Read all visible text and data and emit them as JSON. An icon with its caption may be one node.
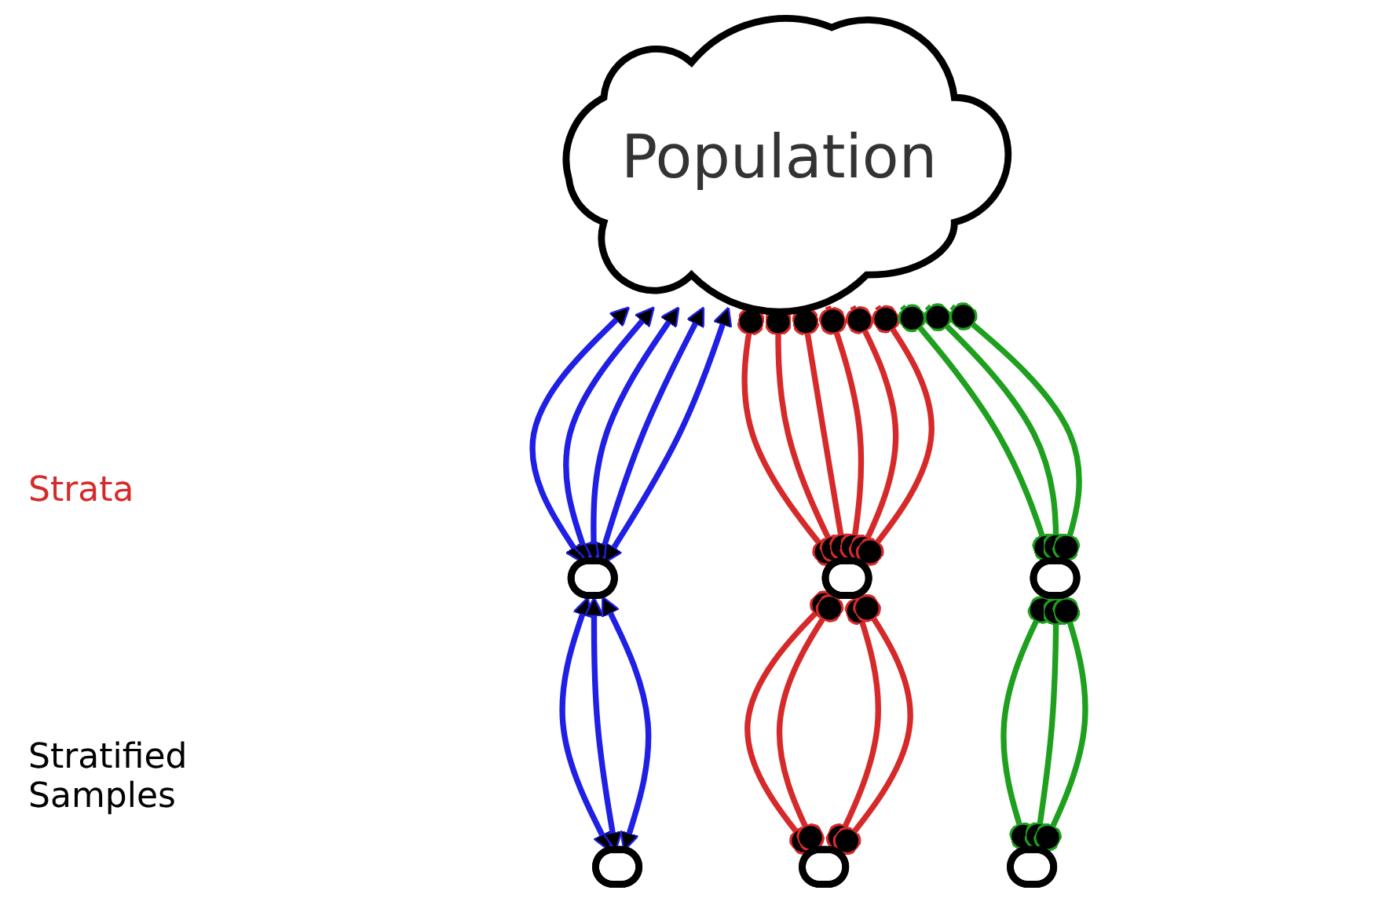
{
  "diagram": {
    "nodes": [
      {
        "text": [
          "Population"
        ]
      },
      {
        "text": [],
        "shape": "ellipse"
      },
      {
        "text": [],
        "shape": "ellipse"
      },
      {
        "text": [],
        "shape": "ellipse"
      },
      {
        "text": [],
        "shape": "ellipse"
      },
      {
        "text": [],
        "shape": "ellipse"
      },
      {
        "text": [],
        "shape": "ellipse"
      }
    ],
    "edges": [
      {
        "from": 0,
        "to": 1,
        "arrow": "both",
        "color": "#1f1fe6"
      },
      {
        "from": 0,
        "to": 1,
        "arrow": "both",
        "color": "#1f1fe6"
      },
      {
        "from": 0,
        "to": 1,
        "arrow": "both",
        "color": "#1f1fe6"
      },
      {
        "from": 0,
        "to": 1,
        "arrow": "both",
        "color": "#1f1fe6"
      },
      {
        "from": 0,
        "to": 1,
        "arrow": "both",
        "color": "#1f1fe6"
      },
      {
        "from": 0,
        "to": 2,
        "arrow": "other",
        "color": "#d62a2a"
      },
      {
        "from": 0,
        "to": 2,
        "arrow": "other",
        "color": "#d62a2a"
      },
      {
        "from": 0,
        "to": 2,
        "arrow": "other",
        "color": "#d62a2a"
      },
      {
        "from": 0,
        "to": 2,
        "arrow": "other",
        "color": "#d62a2a"
      },
      {
        "from": 0,
        "to": 2,
        "arrow": "other",
        "color": "#d62a2a"
      },
      {
        "from": 0,
        "to": 2,
        "arrow": "other",
        "color": "#d62a2a"
      },
      {
        "from": 0,
        "to": 3,
        "arrow": "other",
        "color": "#1ea01e"
      },
      {
        "from": 0,
        "to": 3,
        "arrow": "other",
        "color": "#1ea01e"
      },
      {
        "from": 0,
        "to": 3,
        "arrow": "other",
        "color": "#1ea01e"
      },
      {
        "from": 1,
        "to": 4,
        "arrow": "both",
        "color": "#1f1fe6"
      },
      {
        "from": 1,
        "to": 4,
        "arrow": "both",
        "color": "#1f1fe6"
      },
      {
        "from": 1,
        "to": 4,
        "arrow": "both",
        "color": "#1f1fe6"
      },
      {
        "from": 2,
        "to": 5,
        "arrow": "other",
        "color": "#d62a2a"
      },
      {
        "from": 2,
        "to": 5,
        "arrow": "other",
        "color": "#d62a2a"
      },
      {
        "from": 2,
        "to": 5,
        "arrow": "other",
        "color": "#d62a2a"
      },
      {
        "from": 2,
        "to": 5,
        "arrow": "other",
        "color": "#d62a2a"
      },
      {
        "from": 3,
        "to": 6,
        "arrow": "other",
        "color": "#1ea01e"
      },
      {
        "from": 3,
        "to": 6,
        "arrow": "other",
        "color": "#1ea01e"
      },
      {
        "from": 3,
        "to": 6,
        "arrow": "other",
        "color": "#1ea01e"
      }
    ],
    "labels": [
      "Strata",
      "Stratified Samples"
    ]
  }
}
